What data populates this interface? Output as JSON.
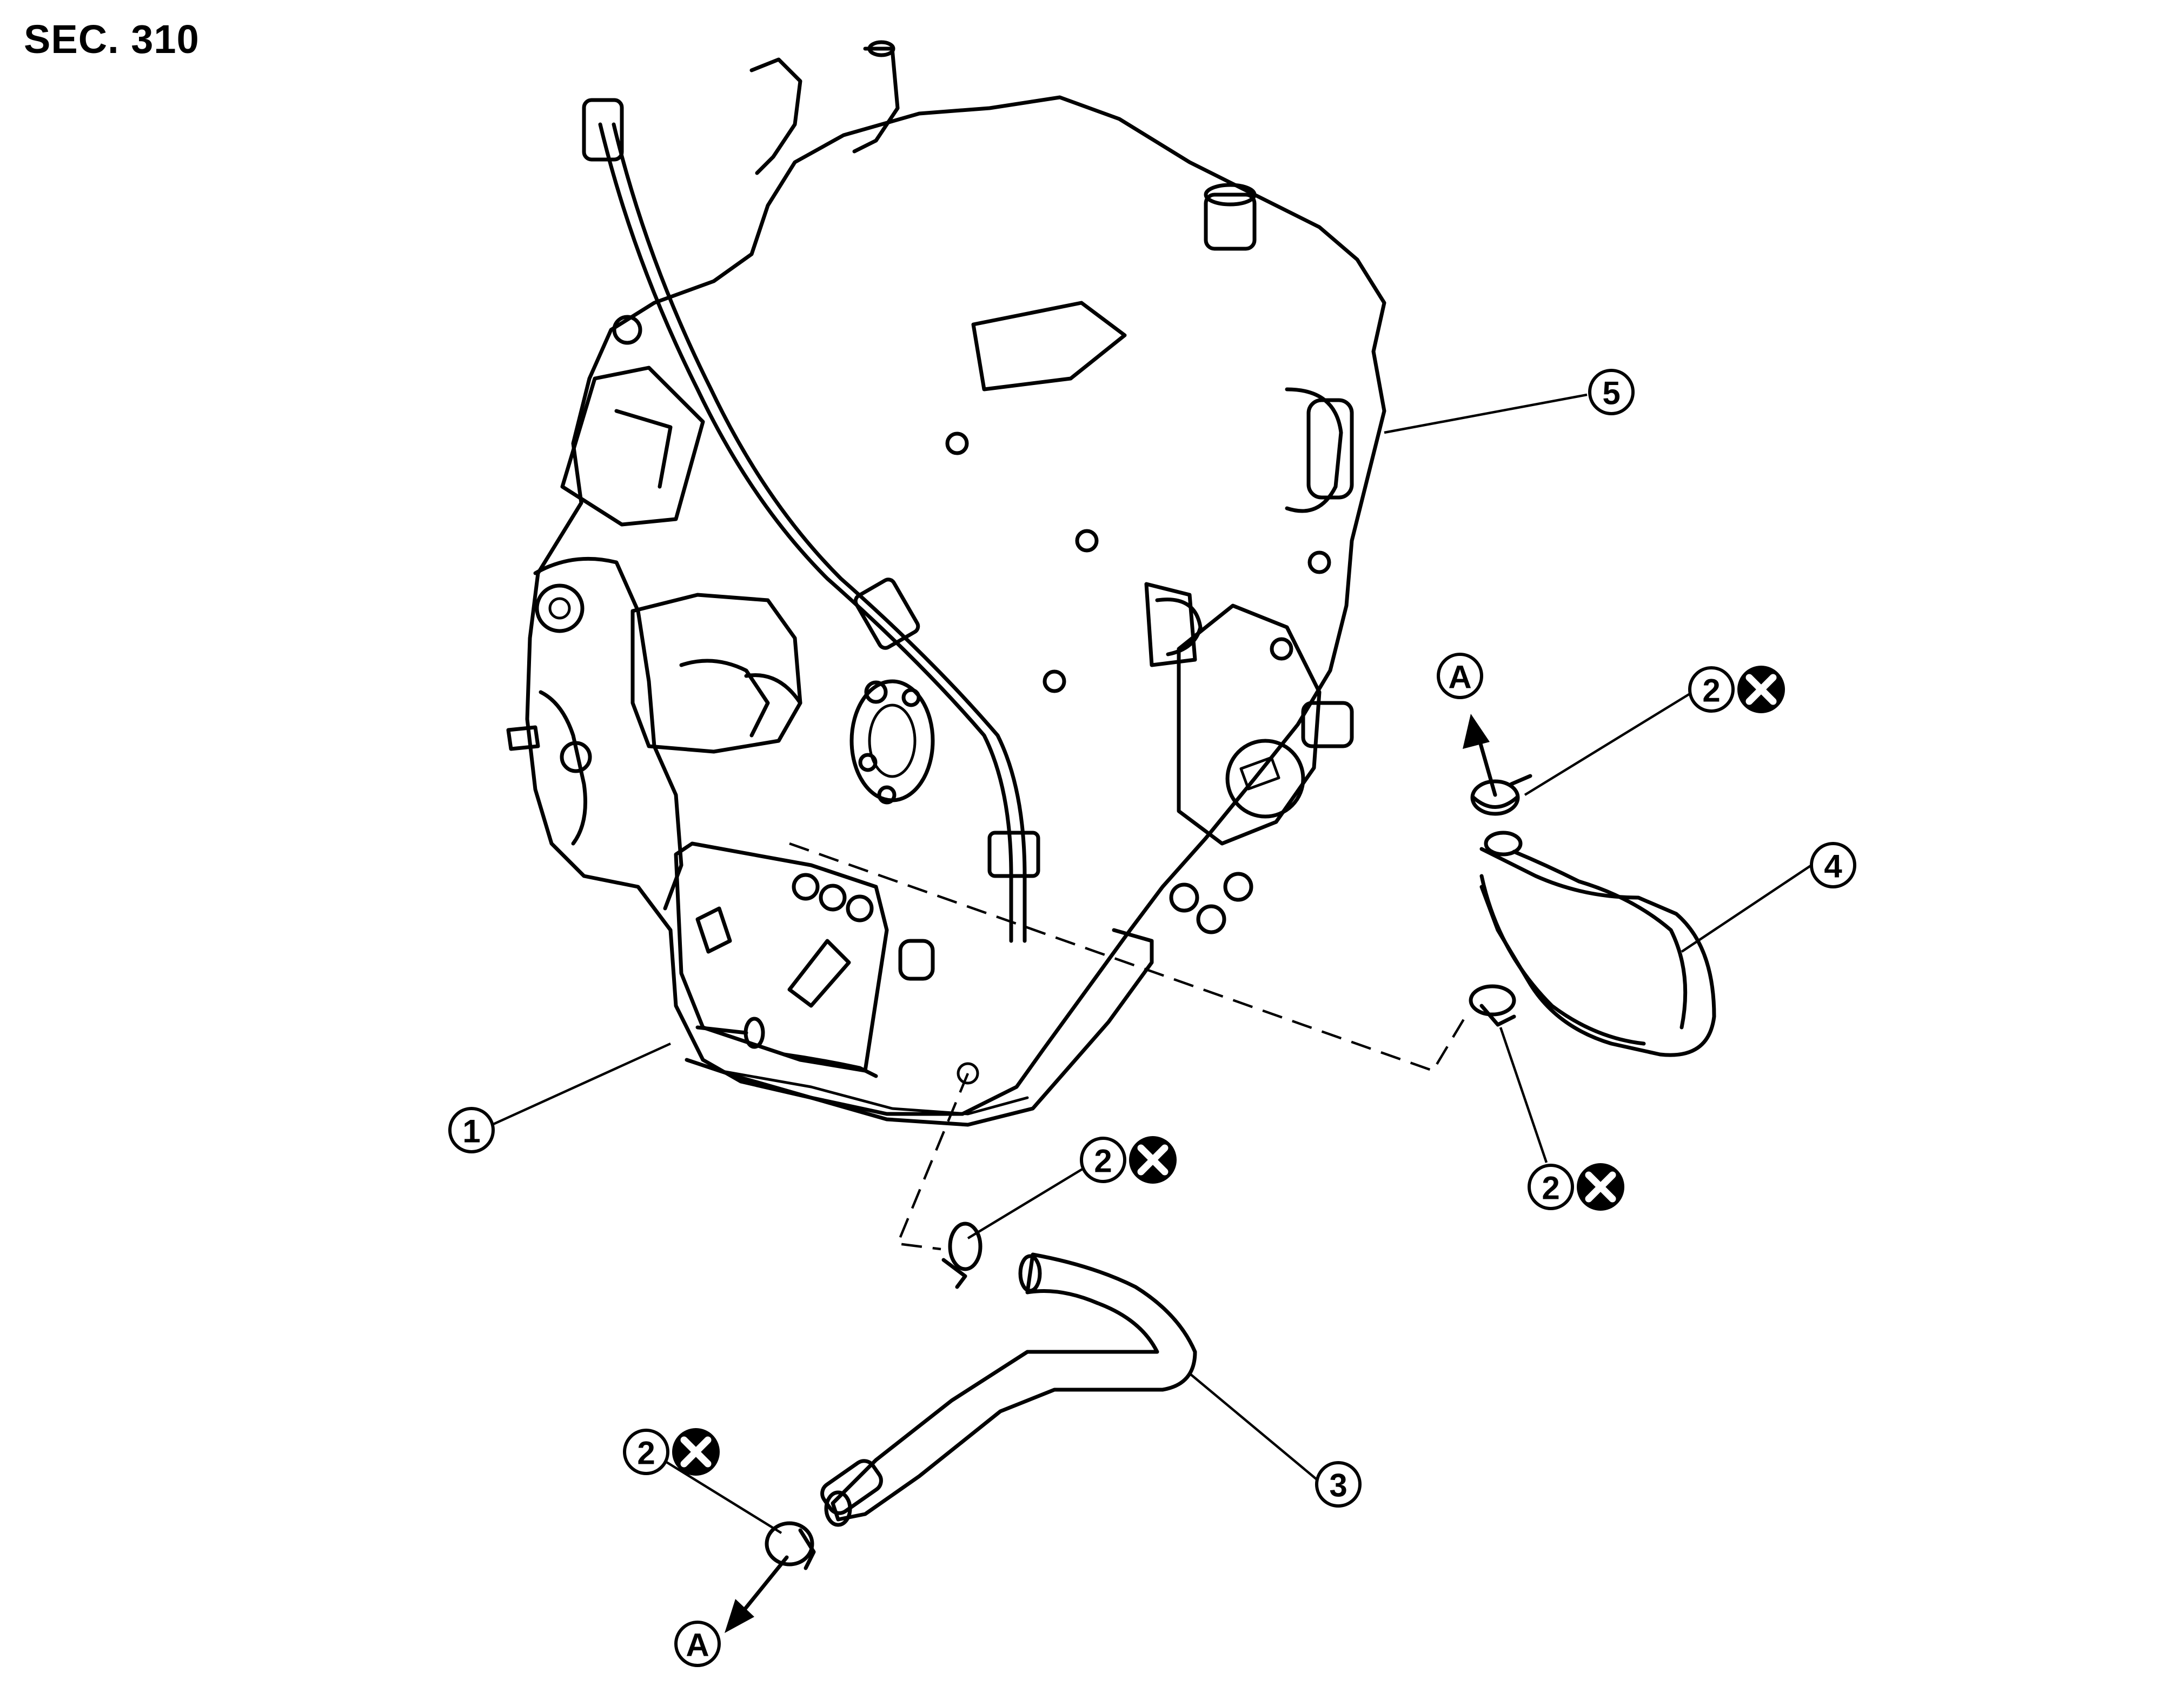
{
  "section_label": "SEC. 310",
  "callouts": {
    "transaxle": "1",
    "clamp_top": "2",
    "clamp_middle": "2",
    "clamp_lower": "2",
    "clamp_bottom": "2",
    "hose_lower": "3",
    "hose_upper": "4",
    "assembly": "5"
  },
  "reference_marks": {
    "upper": "A",
    "lower": "A"
  },
  "symbols": {
    "non_reusable": "x-circle-icon"
  }
}
